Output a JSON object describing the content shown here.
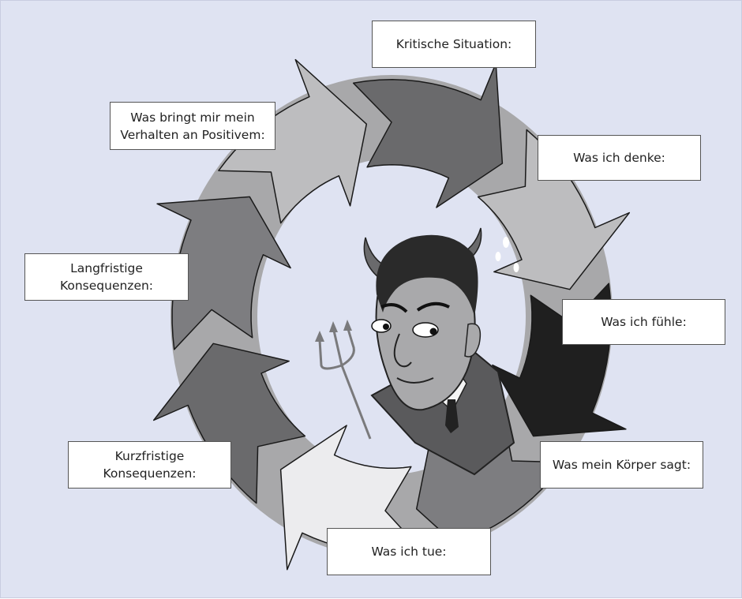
{
  "colors": {
    "background": "#dfe3f2",
    "ring_back": "#a8a8aa",
    "arrow_dark": "#6a6a6c",
    "arrow_mid": "#7d7d80",
    "arrow_light": "#bdbdbf",
    "arrow_lightest": "#ececee",
    "arrow_black": "#1f1f1f",
    "box_border": "#555555"
  },
  "steps": [
    {
      "text": "Kritische Situation:"
    },
    {
      "text": "Was ich denke:"
    },
    {
      "text": "Was ich fühle:"
    },
    {
      "text": "Was mein Körper sagt:"
    },
    {
      "text": "Was ich tue:"
    },
    {
      "text": "Kurzfristige\nKonsequenzen:"
    },
    {
      "text": "Langfristige\nKonsequenzen:"
    },
    {
      "text": "Was bringt mir mein\nVerhalten an Positivem:"
    }
  ],
  "illustration": {
    "icon": "devil-figure-icon",
    "prop": "pitchfork-icon",
    "thought": "thought-bubble-icon"
  }
}
